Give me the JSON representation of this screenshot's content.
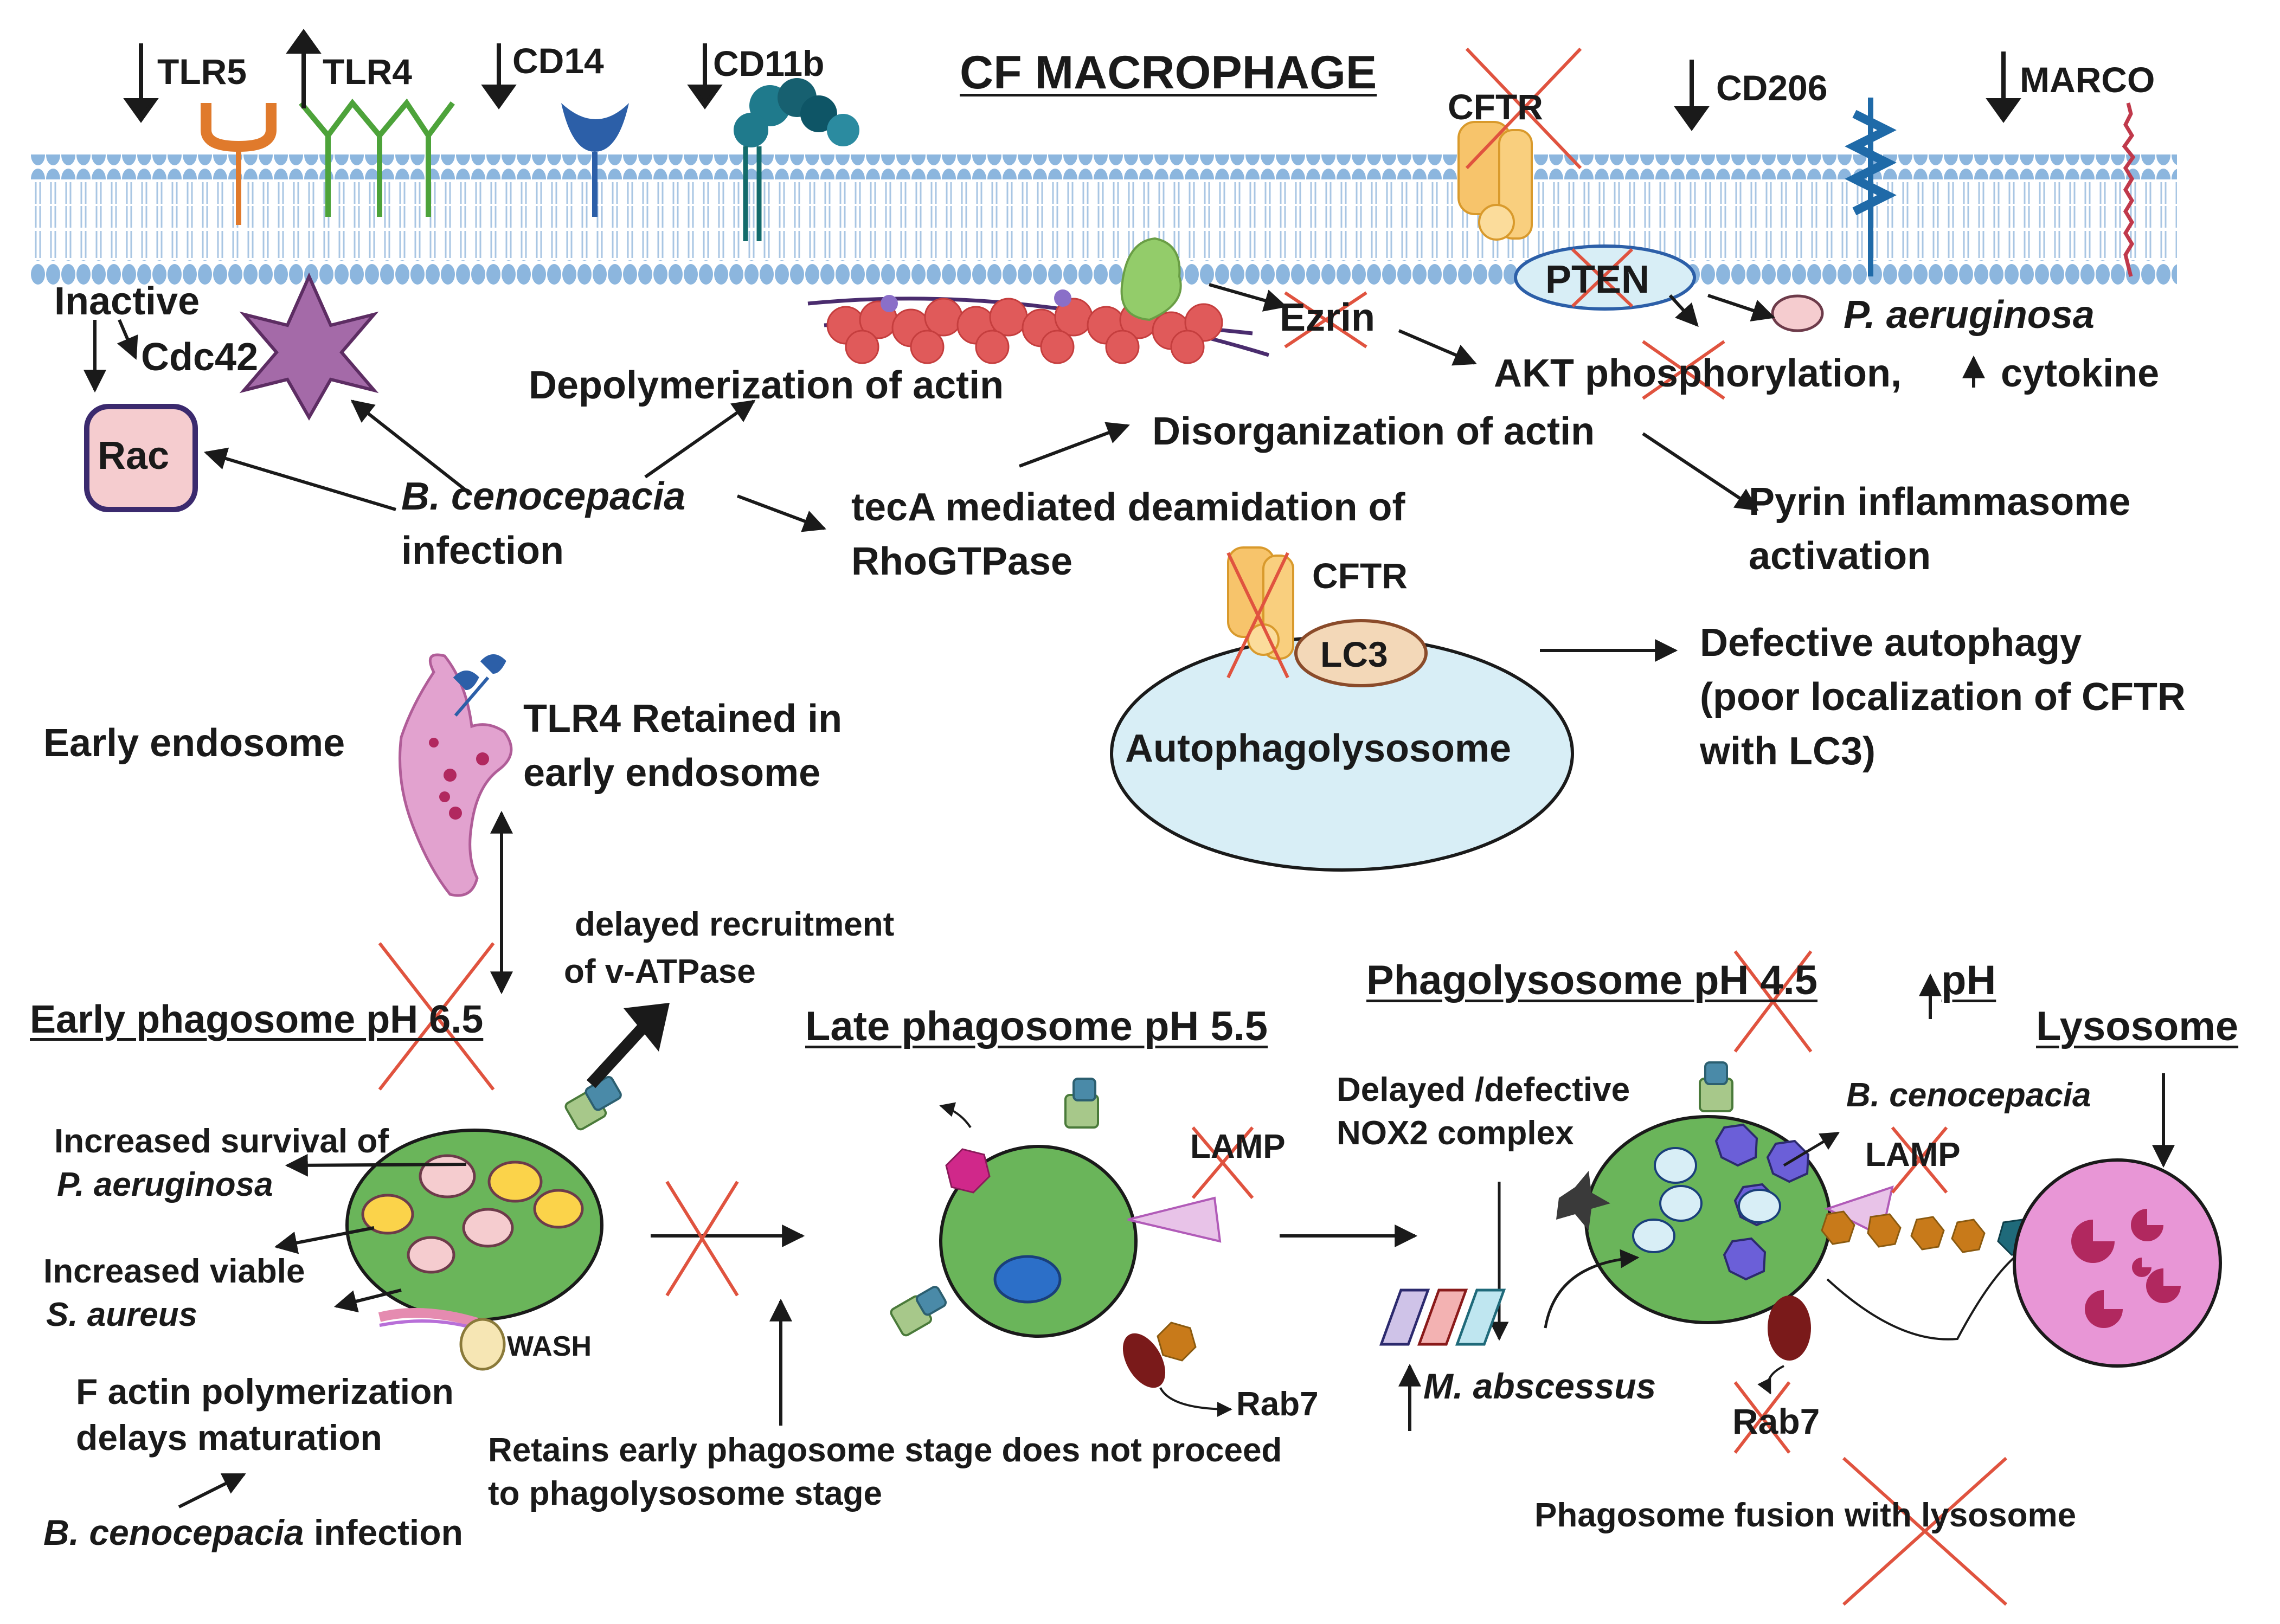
{
  "title": "CF MACROPHAGE",
  "membrane_receptors": {
    "tlr5": "TLR5",
    "tlr4": "TLR4",
    "cd14": "CD14",
    "cd11b": "CD11b",
    "cftr": "CFTR",
    "cd206": "CD206",
    "marco": "MARCO"
  },
  "signaling": {
    "inactive": "Inactive",
    "cdc42": "Cdc42",
    "rac": "Rac",
    "pten": "PTEN",
    "ezrin": "Ezrin",
    "p_aeruginosa": "P. aeruginosa",
    "akt": "AKT phosphorylation,",
    "cytokine": "cytokine",
    "depolymerization": "Depolymerization of actin",
    "disorganization": "Disorganization of actin",
    "bceno_line1": "B. cenocepacia",
    "bceno_line2": "infection",
    "teca_line1": "tecA mediated deamidation of",
    "teca_line2": "RhoGTPase",
    "pyrin_line1": "Pyrin inflammasome",
    "pyrin_line2": "activation"
  },
  "autophagy": {
    "cftr": "CFTR",
    "lc3": "LC3",
    "autophagolysosome": "Autophagolysosome",
    "defective_line1": "Defective autophagy",
    "defective_line2": "(poor localization of CFTR",
    "defective_line3": "with LC3)"
  },
  "endosome": {
    "early_endosome": "Early endosome",
    "tlr4_line1": "TLR4 Retained in",
    "tlr4_line2": "early endosome"
  },
  "phagosome": {
    "early_title": "Early phagosome pH 6.5",
    "delayed_line1": "delayed recruitment",
    "delayed_line2": "of v-ATPase",
    "survival_line1": "Increased survival of",
    "survival_line2": "P. aeruginosa",
    "viable_line1": "Increased viable",
    "viable_line2": "S. aureus",
    "wash": "WASH",
    "factin_line1": "F actin polymerization",
    "factin_line2": "delays maturation",
    "bceno_italic": "B. cenocepacia",
    "bceno_rest": " infection",
    "late_title": "Late phagosome pH 5.5",
    "lamp_late": "LAMP",
    "rab7_late": "Rab7",
    "retains_line1": "Retains early phagosome stage does not proceed",
    "retains_line2": "to phagolysosome stage",
    "phagolysosome_title": "Phagolysosome  pH 4.5",
    "ph_up": "pH",
    "nox2_line1": "Delayed /defective",
    "nox2_line2": "NOX2  complex",
    "bceno_right": "B. cenocepacia",
    "lamp_right": "LAMP",
    "m_abscessus": "M. abscessus",
    "rab7_right": "Rab7",
    "fusion": "Phagosome fusion with lysosome",
    "lysosome": "Lysosome"
  },
  "colors": {
    "membrane": "#8cb6de",
    "membrane_tail": "#a9c6e3",
    "phagosome_green": "#6ab55a",
    "cross_red": "#e0533f",
    "autophago_fill": "#d8eef6",
    "lysosome_fill": "#e896d6",
    "endosome_fill": "#e2a2cf",
    "actin_red": "#e05a5a",
    "rac_fill": "#f5cccf"
  }
}
